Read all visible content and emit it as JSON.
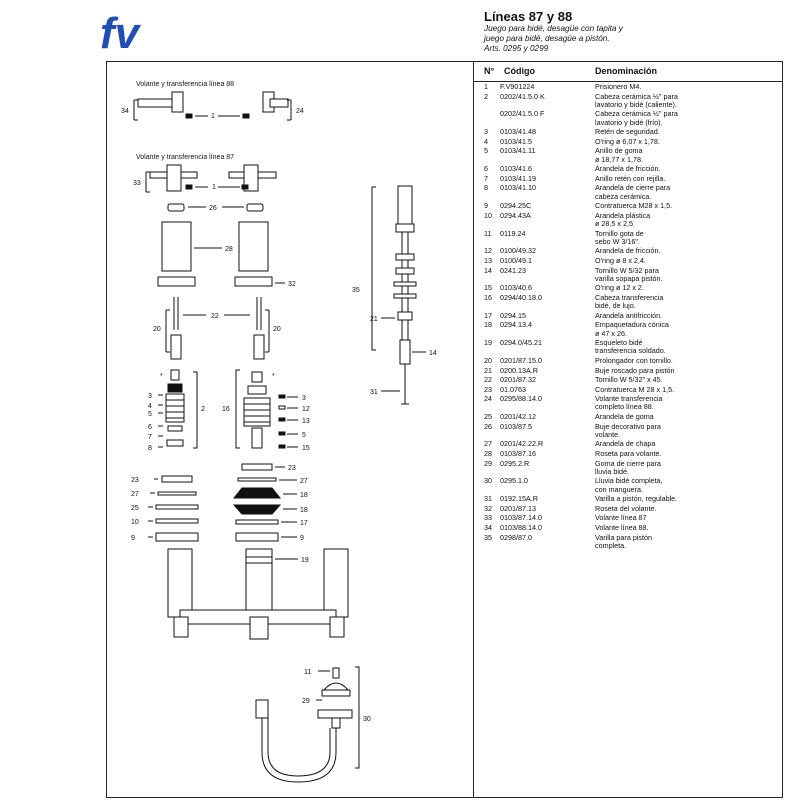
{
  "brand": {
    "logo_text": "fv",
    "color": "#1f4fb4"
  },
  "header": {
    "title": "Líneas 87 y 88",
    "subtitle_lines": [
      "Juego para bidé, desagüe con tapita y",
      "juego para bidé, desagüe a pistón.",
      "Arts. 0295 y 0299"
    ]
  },
  "table": {
    "headers": {
      "number": "N°",
      "code": "Código",
      "name": "Denominación"
    },
    "rows": [
      {
        "n": "1",
        "code": "F.V901224",
        "lines": [
          "Prisionero M4."
        ]
      },
      {
        "n": "2",
        "code": "0202/41.5.0 K",
        "lines": [
          "Cabeza cerámica ½\" para",
          "lavatorio y bidé (caliente)."
        ]
      },
      {
        "n": "",
        "code": "0202/41.5.0 F",
        "lines": [
          "Cabeza cerámica ½\" para",
          "lavatorio y bidé (frío)."
        ]
      },
      {
        "n": "3",
        "code": "0103/41.48",
        "lines": [
          "Retén de seguridad."
        ]
      },
      {
        "n": "4",
        "code": "0103/41.5",
        "lines": [
          "O'ring ø 6,07 x 1,78."
        ]
      },
      {
        "n": "5",
        "code": "0103/41.11",
        "lines": [
          "Anillo de goma",
          "ø 18,77 x 1,78."
        ]
      },
      {
        "n": "6",
        "code": "0103/41.6",
        "lines": [
          "Arandela de fricción."
        ]
      },
      {
        "n": "7",
        "code": "0103/41.19",
        "lines": [
          "Anillo retén con rejilla."
        ]
      },
      {
        "n": "8",
        "code": "0103/41.10",
        "lines": [
          "Arandela de cierre para",
          "cabeza cerámica."
        ]
      },
      {
        "n": "9",
        "code": "0294.25C",
        "lines": [
          "Contratuerca M28 x 1,5."
        ]
      },
      {
        "n": "10",
        "code": "0294.43A",
        "lines": [
          "Arandela plástica",
          "ø 28,5 x 2,5."
        ]
      },
      {
        "n": "11",
        "code": "0119.24",
        "lines": [
          "Tornillo gota de",
          "sebo W 3/16\"."
        ]
      },
      {
        "n": "12",
        "code": "0100/49.32",
        "lines": [
          "Arandela de fricción."
        ]
      },
      {
        "n": "13",
        "code": "0100/49.1",
        "lines": [
          "O'ring ø 8 x 2,4."
        ]
      },
      {
        "n": "14",
        "code": "0241.23",
        "lines": [
          "Tornillo W 5/32 para",
          "varilla sopapa pistón."
        ]
      },
      {
        "n": "15",
        "code": "0103/40.6",
        "lines": [
          "O'ring ø 12 x 2."
        ]
      },
      {
        "n": "16",
        "code": "0294/40.18.0",
        "lines": [
          "Cabeza transferencia",
          "bidé, de lujo."
        ]
      },
      {
        "n": "17",
        "code": "0294.15",
        "lines": [
          "Arandela antifricción."
        ]
      },
      {
        "n": "18",
        "code": "0294.13.4",
        "lines": [
          "Empaquetadura cónica",
          "ø 47 x 26."
        ]
      },
      {
        "n": "19",
        "code": "0294.0/45.21",
        "lines": [
          "Esqueleto bidé",
          "transferencia soldado."
        ]
      },
      {
        "n": "20",
        "code": "0201/87.15.0",
        "lines": [
          "Prolongador con tornillo."
        ]
      },
      {
        "n": "21",
        "code": "0200.13A.R",
        "lines": [
          "Buje roscado para pistón"
        ]
      },
      {
        "n": "22",
        "code": "0201/87.32",
        "lines": [
          "Tornillo W 5/32\" x 45."
        ]
      },
      {
        "n": "23",
        "code": "01.0763",
        "lines": [
          "Contratuerca M 28 x 1,5."
        ]
      },
      {
        "n": "24",
        "code": "0295/88.14.0",
        "lines": [
          "Volante transferencia",
          "completo línea 88."
        ]
      },
      {
        "n": "25",
        "code": "0201/42.12",
        "lines": [
          "Arandela de goma"
        ]
      },
      {
        "n": "26",
        "code": "0103/87.5",
        "lines": [
          "Buje decorativo para",
          "volante."
        ]
      },
      {
        "n": "27",
        "code": "0201/42.22.R",
        "lines": [
          "Arandela de chapa"
        ]
      },
      {
        "n": "28",
        "code": "0103/87.16",
        "lines": [
          "Roseta para volante."
        ]
      },
      {
        "n": "29",
        "code": "0295.2.R",
        "lines": [
          "Goma de cierre para",
          "lluvia bidé."
        ]
      },
      {
        "n": "30",
        "code": "0295.1.0",
        "lines": [
          "Lluvia bidé completa,",
          "con manguera."
        ]
      },
      {
        "n": "31",
        "code": "0192.15A.R",
        "lines": [
          "Varilla a pistón, regulable."
        ]
      },
      {
        "n": "32",
        "code": "0201/87.13",
        "lines": [
          "Roseta del volante."
        ]
      },
      {
        "n": "33",
        "code": "0103/87.14.0",
        "lines": [
          "Volante línea 87"
        ]
      },
      {
        "n": "34",
        "code": "0103/88.14.0",
        "lines": [
          "Volante línea 88."
        ]
      },
      {
        "n": "35",
        "code": "0298/87.0",
        "lines": [
          "Varilla para pistón",
          "completa."
        ]
      }
    ]
  },
  "diagram": {
    "caption_88": "Volante y transferencia línea 88",
    "caption_87": "Volante y transferencia línea 87",
    "labels": {
      "l1": "1",
      "l2": "2",
      "l3": "3",
      "l4": "4",
      "l5": "5",
      "l6": "6",
      "l7": "7",
      "l8": "8",
      "l9": "9",
      "l10": "10",
      "l11": "11",
      "l12": "12",
      "l13": "13",
      "l14": "14",
      "l15": "15",
      "l16": "16",
      "l17": "17",
      "l18": "18",
      "l19": "19",
      "l20": "20",
      "l21": "21",
      "l22": "22",
      "l23": "23",
      "l24": "24",
      "l25": "25",
      "l26": "26",
      "l27": "27",
      "l28": "28",
      "l29": "29",
      "l30": "30",
      "l31": "31",
      "l32": "32",
      "l33": "33",
      "l34": "34",
      "l35": "35",
      "star": "*"
    }
  }
}
